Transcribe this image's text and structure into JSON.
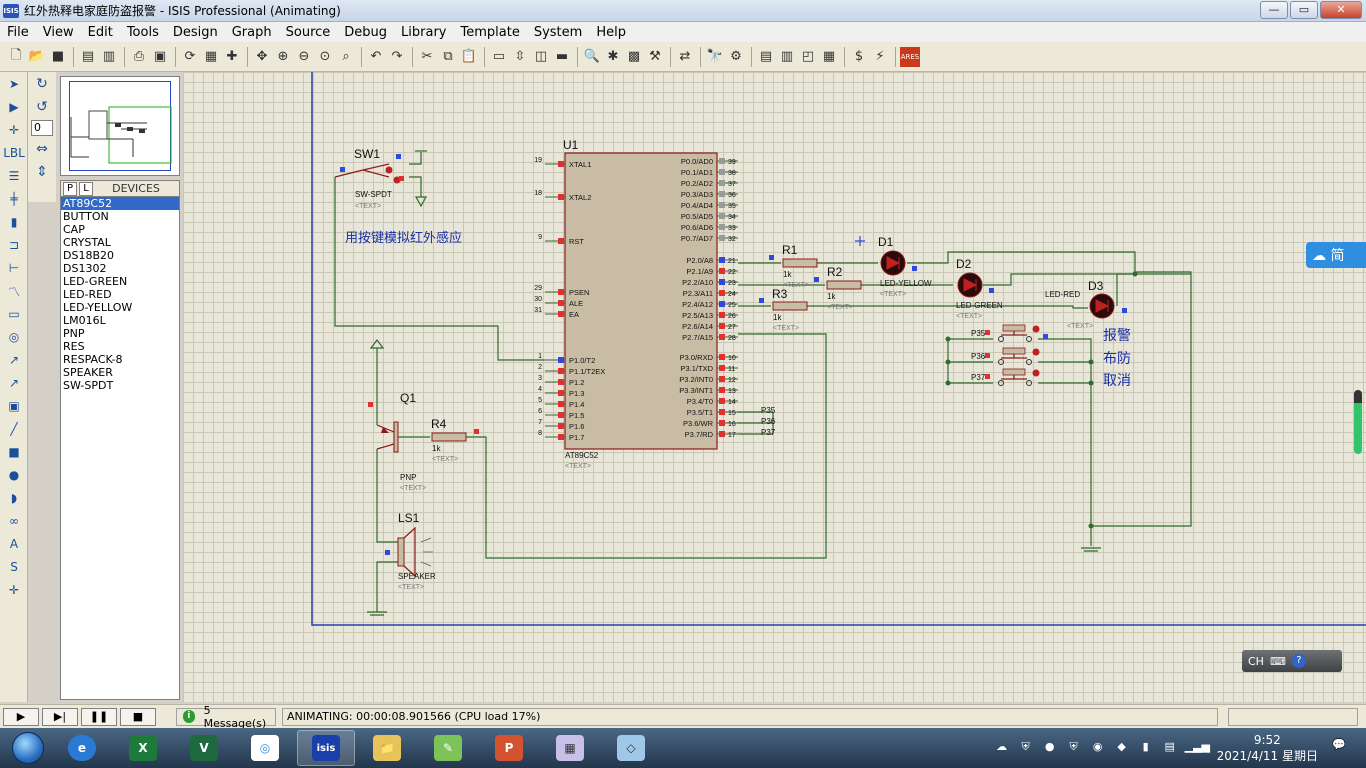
{
  "window": {
    "app_icon_text": "ISIS",
    "title": "红外热释电家庭防盗报警 - ISIS Professional (Animating)",
    "minimize": "—",
    "maximize": "▭",
    "close": "✕"
  },
  "menu": [
    "File",
    "View",
    "Edit",
    "Tools",
    "Design",
    "Graph",
    "Source",
    "Debug",
    "Library",
    "Template",
    "System",
    "Help"
  ],
  "left_panel": {
    "rotation_value": "0",
    "devices_header": "DEVICES",
    "p_button": "P",
    "l_button": "L",
    "devices": [
      "AT89C52",
      "BUTTON",
      "CAP",
      "CRYSTAL",
      "DS18B20",
      "DS1302",
      "LED-GREEN",
      "LED-RED",
      "LED-YELLOW",
      "LM016L",
      "PNP",
      "RES",
      "RESPACK-8",
      "SPEAKER",
      "SW-SPDT"
    ],
    "selected_device": "AT89C52"
  },
  "schematic": {
    "text_placeholder": "<TEXT>",
    "sw1": {
      "ref": "SW1",
      "type": "SW-SPDT"
    },
    "sw_note": "用按键模拟红外感应",
    "u1": {
      "ref": "U1",
      "type": "AT89C52",
      "left_pins": [
        {
          "num": "19",
          "name": "XTAL1"
        },
        {
          "num": "18",
          "name": "XTAL2"
        },
        {
          "num": "9",
          "name": "RST"
        },
        {
          "num": "29",
          "name": "PSEN"
        },
        {
          "num": "30",
          "name": "ALE"
        },
        {
          "num": "31",
          "name": "EA"
        },
        {
          "num": "1",
          "name": "P1.0/T2"
        },
        {
          "num": "2",
          "name": "P1.1/T2EX"
        },
        {
          "num": "3",
          "name": "P1.2"
        },
        {
          "num": "4",
          "name": "P1.3"
        },
        {
          "num": "5",
          "name": "P1.4"
        },
        {
          "num": "6",
          "name": "P1.5"
        },
        {
          "num": "7",
          "name": "P1.6"
        },
        {
          "num": "8",
          "name": "P1.7"
        }
      ],
      "right_pins": [
        {
          "num": "39",
          "name": "P0.0/AD0"
        },
        {
          "num": "38",
          "name": "P0.1/AD1"
        },
        {
          "num": "37",
          "name": "P0.2/AD2"
        },
        {
          "num": "36",
          "name": "P0.3/AD3"
        },
        {
          "num": "35",
          "name": "P0.4/AD4"
        },
        {
          "num": "34",
          "name": "P0.5/AD5"
        },
        {
          "num": "33",
          "name": "P0.6/AD6"
        },
        {
          "num": "32",
          "name": "P0.7/AD7"
        },
        {
          "num": "21",
          "name": "P2.0/A8"
        },
        {
          "num": "22",
          "name": "P2.1/A9"
        },
        {
          "num": "23",
          "name": "P2.2/A10"
        },
        {
          "num": "24",
          "name": "P2.3/A11"
        },
        {
          "num": "25",
          "name": "P2.4/A12"
        },
        {
          "num": "26",
          "name": "P2.5/A13"
        },
        {
          "num": "27",
          "name": "P2.6/A14"
        },
        {
          "num": "28",
          "name": "P2.7/A15"
        },
        {
          "num": "10",
          "name": "P3.0/RXD"
        },
        {
          "num": "11",
          "name": "P3.1/TXD"
        },
        {
          "num": "12",
          "name": "P3.2/INT0"
        },
        {
          "num": "13",
          "name": "P3.3/INT1"
        },
        {
          "num": "14",
          "name": "P3.4/T0"
        },
        {
          "num": "15",
          "name": "P3.5/T1"
        },
        {
          "num": "16",
          "name": "P3.6/WR"
        },
        {
          "num": "17",
          "name": "P3.7/RD"
        }
      ]
    },
    "net_labels": [
      "P35",
      "P36",
      "P37"
    ],
    "r1": {
      "ref": "R1",
      "value": "1k"
    },
    "r2": {
      "ref": "R2",
      "value": "1k"
    },
    "r3": {
      "ref": "R3",
      "value": "1k"
    },
    "r4": {
      "ref": "R4",
      "value": "1k"
    },
    "d1": {
      "ref": "D1",
      "type": "LED-YELLOW"
    },
    "d2": {
      "ref": "D2",
      "type": "LED-GREEN"
    },
    "d3": {
      "ref": "D3",
      "type": "LED-RED"
    },
    "q1": {
      "ref": "Q1",
      "type": "PNP"
    },
    "ls1": {
      "ref": "LS1",
      "type": "SPEAKER"
    },
    "button_labels": [
      "P35",
      "P36",
      "P37"
    ],
    "button_notes": [
      "报警",
      "布防",
      "取消"
    ]
  },
  "right_widget": {
    "cloud_text": "☁ 简"
  },
  "ime": {
    "lang": "CH",
    "keyboard": "⌨",
    "help": "?"
  },
  "status": {
    "messages": "5 Message(s)",
    "animation": "ANIMATING: 00:00:08.901566 (CPU load 17%)"
  },
  "taskbar": {
    "apps": [
      "e",
      "X",
      "V",
      "◎",
      "isis",
      "📁",
      "✎",
      "P",
      "▦",
      "◇"
    ],
    "time": "9:52",
    "date": "2021/4/11 星期日"
  },
  "colors": {
    "wire": "#2f6a2f",
    "component": "#8b1a1a",
    "chip_fill": "#c9bca4",
    "pin_active": "#e03030",
    "pin_blue": "#3048e0",
    "sheet_border": "#2a3fb0",
    "note_text": "#1a2fa8"
  }
}
